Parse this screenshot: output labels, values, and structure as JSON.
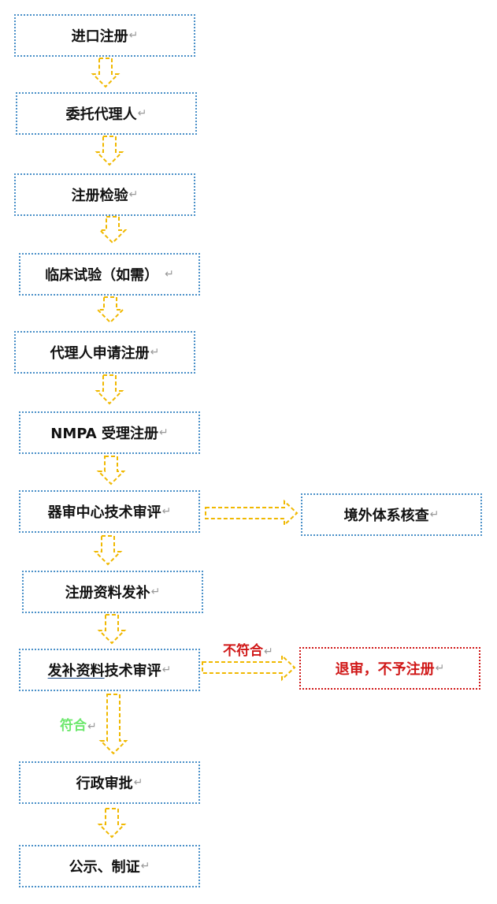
{
  "boxes": {
    "import_registration": "进口注册",
    "appoint_agent": "委托代理人",
    "registration_inspection": "注册检验",
    "clinical_trial": "临床试验（如需）",
    "agent_apply": "代理人申请注册",
    "nmpa_accept": "NMPA 受理注册",
    "tech_review": "器审中心技术审评",
    "overseas_inspection": "境外体系核查",
    "supplement_docs": "注册资料发补",
    "supplement_review_underlined": "发补资料",
    "supplement_review_rest": "技术审评",
    "reject": "退审，不予注册",
    "admin_approval": "行政审批",
    "publish_certify": "公示、制证"
  },
  "labels": {
    "not_conform": "不符合",
    "conform": "符合"
  },
  "return_mark": "↵",
  "colors": {
    "box_border": "#4a90c8",
    "arrow_stroke": "#f0b800",
    "reject_red": "#d01818",
    "conform_green": "#6de86d"
  }
}
